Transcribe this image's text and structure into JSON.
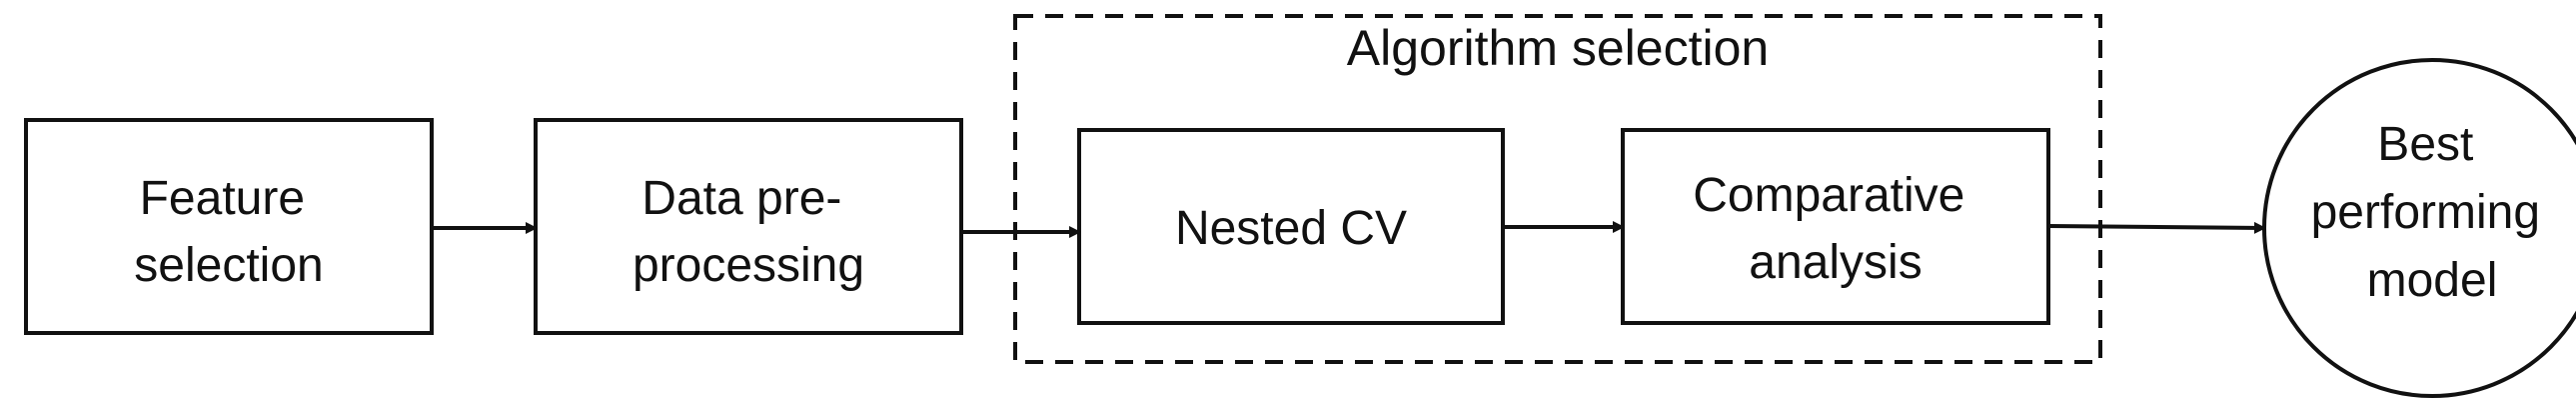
{
  "diagram": {
    "group": {
      "title": "Algorithm selection"
    },
    "nodes": {
      "feature_selection": [
        "Feature",
        "selection"
      ],
      "data_preprocessing": [
        "Data pre-",
        "processing"
      ],
      "nested_cv": [
        "Nested CV"
      ],
      "comparative_analysis": [
        "Comparative",
        "analysis"
      ],
      "best_model": [
        "Best",
        "performing",
        "model"
      ]
    },
    "colors": {
      "stroke": "#111111",
      "background": "#ffffff",
      "text": "#111111"
    }
  }
}
